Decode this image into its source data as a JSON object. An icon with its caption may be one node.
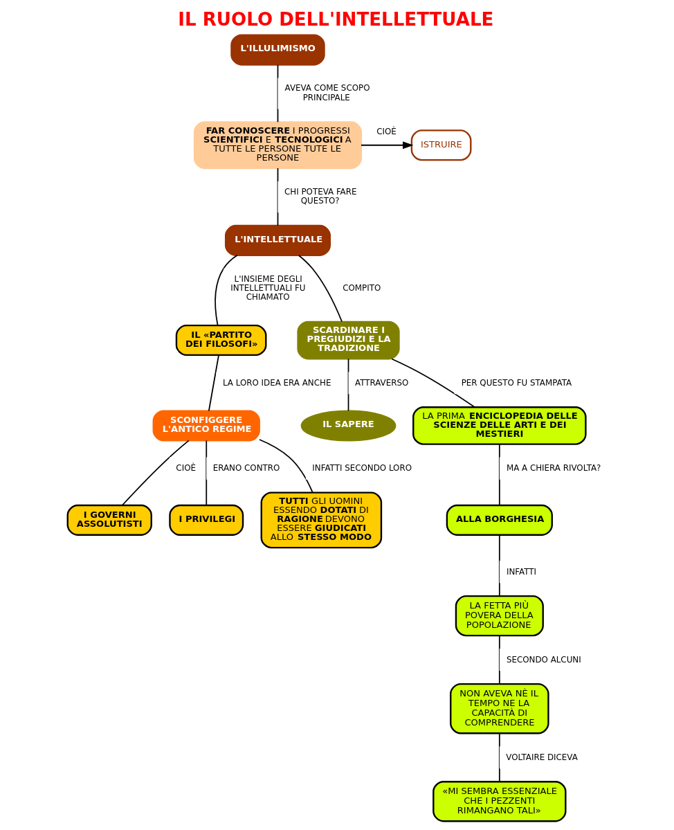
{
  "diagram": {
    "title": "IL RUOLO DELL'INTELLETTUALE",
    "nodes": [
      {
        "text": [
          "L'ILLULIMISMO"
        ]
      },
      {
        "text": [
          "**FAR CONOSCERE** I PROGRESSI **SCIENTIFICI** E **TECNOLOGICI** A TUTTE LE PERSONE TUTE LE PERSONE"
        ]
      },
      {
        "text": [
          "ISTRUIRE"
        ]
      },
      {
        "text": [
          "L'INTELLETTUALE"
        ]
      },
      {
        "text": [
          "IL «PARTITO DEI FILOSOFI»"
        ]
      },
      {
        "text": [
          "SCONFIGGERE L'ANTICO REGIME"
        ]
      },
      {
        "text": [
          "I GOVERNI ASSOLUTISTI"
        ]
      },
      {
        "text": [
          "I PRIVILEGI"
        ]
      },
      {
        "text": [
          "**TUTTI** GLI UOMINI ESSENDO **DOTATI** DI **RAGIONE** DEVONO ESSERE **GIUDICATI** ALLO **STESSO MODO**"
        ]
      },
      {
        "text": [
          "SCARDINARE I PREGIUDIZI E LA TRADIZIONE"
        ]
      },
      {
        "text": [
          "IL SAPERE"
        ]
      },
      {
        "text": [
          "LA PRIMA **ENCICLOPEDIA DELLE SCIENZE DELLE ARTI E DEI MESTIERI**"
        ]
      },
      {
        "text": [
          "ALLA BORGHESIA"
        ]
      },
      {
        "text": [
          "LA FETTA PIÙ POVERA DELLA POPOLAZIONE"
        ]
      },
      {
        "text": [
          "NON AVEVA NÈ IL TEMPO NE LA CAPACITÀ DI COMPRENDERE"
        ]
      },
      {
        "text": [
          "«MI SEMBRA ESSENZIALE CHE I PEZZENTI RIMANGANO TALI»"
        ]
      }
    ],
    "edges": [
      {
        "from": 0,
        "to": 1,
        "arrow": "none",
        "label": "AVEVA COME SCOPO PRINCIPALE"
      },
      {
        "from": 1,
        "to": 2,
        "arrow": "to",
        "label": "CIOÈ"
      },
      {
        "from": 1,
        "to": 3,
        "arrow": "none",
        "label": "CHI POTEVA FARE QUESTO?"
      },
      {
        "from": 3,
        "to": 4,
        "arrow": "none",
        "label": "L'INSIEME DEGLI INTELLETTUALI FU CHIAMATO"
      },
      {
        "from": 3,
        "to": 9,
        "arrow": "none",
        "label": "COMPITO"
      },
      {
        "from": 4,
        "to": 5,
        "arrow": "none",
        "label": "LA LORO IDEA ERA ANCHE"
      },
      {
        "from": 5,
        "to": 6,
        "arrow": "none",
        "label": "CIOÈ"
      },
      {
        "from": 5,
        "to": 7,
        "arrow": "none",
        "label": "ERANO CONTRO"
      },
      {
        "from": 5,
        "to": 8,
        "arrow": "none",
        "label": "INFATTI SECONDO LORO"
      },
      {
        "from": 9,
        "to": 10,
        "arrow": "none",
        "label": "ATTRAVERSO"
      },
      {
        "from": 9,
        "to": 11,
        "arrow": "none",
        "label": "PER QUESTO FU STAMPATA"
      },
      {
        "from": 11,
        "to": 12,
        "arrow": "none",
        "label": "MA A CHIERA RIVOLTA?"
      },
      {
        "from": 12,
        "to": 13,
        "arrow": "none",
        "label": "INFATTI"
      },
      {
        "from": 13,
        "to": 14,
        "arrow": "none",
        "label": "SECONDO ALCUNI"
      },
      {
        "from": 14,
        "to": 15,
        "arrow": "none",
        "label": "VOLTAIRE DICEVA"
      }
    ]
  }
}
